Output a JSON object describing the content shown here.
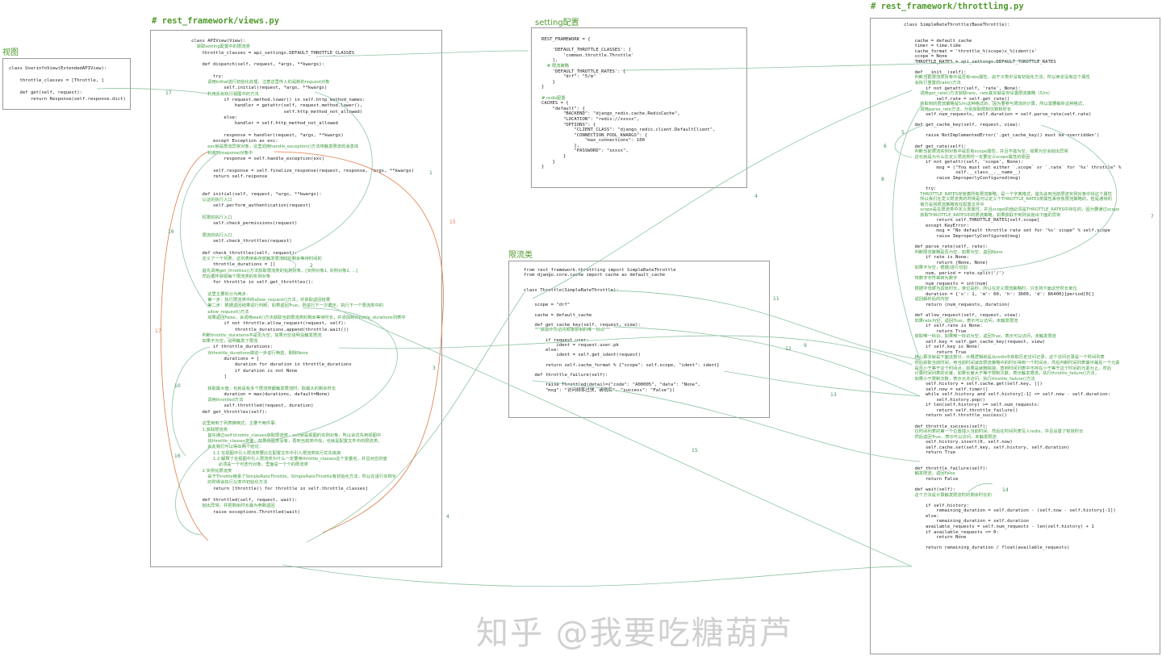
{
  "titles": {
    "view": "视图",
    "views_py": "# rest_framework/views.py",
    "setting": "setting配置",
    "throttle_cls": "限流类",
    "throttling_py": "# rest_framework/throttling.py"
  },
  "watermark": "知乎 @我要吃糖葫芦",
  "colors": {
    "note": "#3f9a3f",
    "arrow_green": "#7fb89a",
    "arrow_orange": "#e07a4a",
    "title": "#4f9a2c"
  },
  "panels": {
    "view": [
      "class UserinfoView(ExtendedAPIView):",
      "",
      "    throttle_classes = [Throttle, ]",
      "",
      "    def get(self, request):",
      "        return Response(self.response.dict)"
    ],
    "views": [
      "class APIView(View):",
      {
        "n": "    获取setting配置中的限流类"
      },
      "    throttle_classes = api_settings.DEFAULT_THROTTLE_CLASSES",
      "",
      "    def dispatch(self, request, *args, **kwargs):",
      "",
      "        try:",
      {
        "n": "            调用initial进行初始化处理，注意这里传入的是新的request对象"
      },
      "            self.initial(request, *args, **kwargs)",
      {
        "n": "            利用反射执行视图中的方法"
      },
      "            if request.method.lower() in self.http_method_names:",
      "                handler = getattr(self, request.method.lower(),",
      "                                  self.http_method_not_allowed)",
      "            else:",
      "                handler = self.http_method_not_allowed",
      "",
      "            response = handler(request, *args, **kwargs)",
      "        except Exception as exc:",
      {
        "n": "            exc就是限流异常对象，这里调用handle_exception()方法将触发限流的消息体"
      },
      {
        "n": "            封装到response对象中"
      },
      "            response = self.handle_exception(exc)",
      "",
      "        self.response = self.finalize_response(request, response, *args, **kwargs)",
      "        return self.response",
      "",
      "",
      "    def initial(self, request, *args, **kwargs):",
      {
        "n": "        认证的执行入口"
      },
      "        self.perform_authentication(request)",
      "",
      {
        "n": "        权限的执行入口"
      },
      "        self.check_permissions(request)",
      "",
      {
        "n": "        限流的执行入口"
      },
      "        self.check_throttles(request)",
      "",
      "    def check_throttles(self, request):",
      {
        "n": "        定义了一个列表，这列表用来存放触发限流时的剩余等待时间的"
      },
      "        throttle_durations = []",
      {
        "n": "        首先调用get_throttles()方法获取限流类的实例对象，[实例对象1, 实例对象2, ...]"
      },
      {
        "n": "        然后循环获取每个限流类的实例对象"
      },
      "        for throttle in self.get_throttles():",
      "",
      {
        "n": "            这里主要拆分为两步："
      },
      {
        "n": "            第一步：执行限流类中的allow_request()方法，并获取返回结果"
      },
      {
        "n": "            第二步：根据返回结果进行判断，如果返回True，则进行下一次循环，执行下一个限流类中的"
      },
      {
        "n": "            allow_request()方法"
      },
      {
        "n": "            如果返回False，会调用wait()方法获取当前限流类的剩余等待时长，并添加到throttle_durations列表中"
      },
      "            if not throttle.allow_request(request, self):",
      "                throttle_durations.append(throttle.wait())",
      {
        "n": "        判断throttle_durations中是否为空，如果为空说明没触发限流"
      },
      {
        "n": "        如果不为空，说明触发了限流"
      },
      "        if throttle_durations:",
      {
        "n": "            对throttle_durations做进一步进行筛选，剔除None"
      },
      "            durations = [",
      "                duration for duration in throttle_durations",
      "                if duration is not None",
      "            ]",
      "",
      {
        "n": "            获取最大值，也就是有多个限流类都触发限流时，取最大的剩余时长"
      },
      "            duration = max(durations, default=None)",
      {
        "n": "            调用throttled方法"
      },
      "            self.throttled(request, duration)",
      "    def get_throttles(self):",
      "",
      {
        "n": "        这里用到了列表推倒式，主要干两件事："
      },
      {
        "n": "        1.获取限流类"
      },
      {
        "n": "            首先通过self.throttle_classes获取限流类，self就是视图的实例对象，所以会优先到视图中"
      },
      {
        "n": "            找throttle_classes变量，如果视图类没有，再到当前类中找，也就是配置文件中的限流类，"
      },
      {
        "n": "            由此我们可以得出两个结论："
      },
      {
        "n": "                1.1 在视图中引入限流类要比在配置文件中引入限流类执行优先级高"
      },
      {
        "n": "                1.2 解释了在视图中引入限流类为什么一定要用throttle_classes这个变量名，并且对应的值"
      },
      {
        "n": "                    必须是一个可迭代对象，里面是一个个的限流类"
      },
      {
        "n": "        2.实例化限流类"
      },
      {
        "n": "            由于Throttle继承了SimpleRateThrottle，SimpleRateThrottle有初始化方法，所以在进行实例化"
      },
      {
        "n": "            的时候会执行父类中初始化方法"
      },
      "        return [throttle() for throttle in self.throttle_classes]",
      "",
      "    def throttled(self, request, wait):",
      {
        "n": "        抛出异常，并把剩余时长最为参数返回"
      },
      "        raise exceptions.Throttled(wait)"
    ],
    "setting": [
      "REST_FRAMEWORK = {",
      "",
      "    'DEFAULT_THROTTLE_CLASSES': [",
      "        'common.throttle.Throttle'",
      "    ],",
      {
        "n": "    # 限流策略"
      },
      "    'DEFAULT_THROTTLE_RATES': {",
      "        \"drf\": \"5/m\"",
      "    }",
      "}",
      "",
      {
        "n": "# redis配置"
      },
      "CACHES = {",
      "    \"default\": {",
      "        \"BACKEND\": \"django_redis.cache.RedisCache\",",
      "        \"LOCATION\": \"redis://xxxxx\",",
      "        \"OPTIONS\": {",
      "            \"CLIENT_CLASS\": \"django_redis.client.DefaultClient\",",
      "            \"CONNECTION_POOL_KWARGS\": {",
      "                \"max_connections\": 100",
      "            },",
      "            \"PASSWORD\": \"xxxxx\",",
      "        }",
      "    }",
      "}"
    ],
    "throttle": [
      "from rest_framework.throttling import SimpleRateThrottle",
      "from django.core.cache import cache as default_cache",
      "",
      "",
      "class Throttle(SimpleRateThrottle):",
      "",
      "",
      "    scope = \"drf\"",
      "",
      "    cache = default_cache",
      "",
      "    def get_cache_key(self, request, view):",
      {
        "n": "        \"\"\"获取作为访问频率限制的唯一标识\"\"\""
      },
      "",
      "        if request.user:",
      "            ident = request.user.pk",
      "        else:",
      "            ident = self.get_ident(request)",
      "",
      "        return self.cache_format % {\"scope\": self.scope, \"ident\": ident}",
      "",
      "    def throttle_failure(self):",
      "",
      "        raise Throttled(detail={\"code\": \"A00005\", \"data\": \"None\",",
      "        \"msg\": \"访问频率过快，请稍后\", \"success\": \"False\"})"
    ],
    "throttling": [
      "class SimpleRateThrottle(BaseThrottle):",
      "",
      "",
      "    cache = default_cache",
      "    timer = time.time",
      "    cache_format = 'throttle_%(scope)s_%(ident)s'",
      "    scope = None",
      "    THROTTLE_RATES = api_settings.DEFAULT_THROTTLE_RATES",
      "",
      "    def __init__(self):",
      {
        "n": "        判断当前限流类对象中是否有rate属性，由于子类中没有初始化方法，所以肯定没有这个属性"
      },
      {
        "n": "        会执行重置的rate()方法"
      },
      "        if not getattr(self, 'rate', None):",
      {
        "n": "            调用get_rate()方法获取rate，rate其实就是你设置限流策略（5/m）"
      },
      "            self.rate = self.get_rate()",
      {
        "n": "            获取到的限流策略是5/m这种格式的，因为要参与限流的计算，所以需要解析这种格式，"
      },
      {
        "n": "            调用parse_rate方法，分别获取限制次数和时长"
      },
      "        self.num_requests, self.duration = self.parse_rate(self.rate)",
      "",
      "    def get_cache_key(self, request, view):",
      "",
      "        raise NotImplementedError('.get_cache_key() must be overridden')",
      "",
      "    def get_rate(self):",
      {
        "n": "        判断当前限流实例对象中是否有scope属性，并且不能为空，如果为空会抛出异常"
      },
      {
        "n": "        这也就是为什么在定义限流类时一定要定义scope属性的原因"
      },
      "        if not getattr(self, 'scope', None):",
      "            msg = (\"You must set either `.scope` or `.rate` for '%s' throttle\" %",
      "                   self.__class__.__name__)",
      "            raise ImproperlyConfigured(msg)",
      "",
      "        try:",
      {
        "n": "            THROTTLE_RATES存放着所有限流策略，是一个字典格式，首先会到当前限流实例对象中找这个属性"
      },
      {
        "n": "            所以我们在定义限流类的时候是可以定义个THROTTLE_RATES类属性来存放限流策略的，但是通常的"
      },
      {
        "n": "            做方是将限流策略放在配置文件中"
      },
      {
        "n": "            scope是在限流类中定义类属性，并且scope的值必须是THROTTLE_RATES中存在的，因为要通过scope"
      },
      {
        "n": "            获取THROTTLE_RATES中的限流策略，如果获取不到则会抛出下面的异常"
      },
      "            return self.THROTTLE_RATES[self.scope]",
      "        except KeyError:",
      "            msg = \"No default throttle rate set for '%s' scope\" % self.scope",
      "            raise ImproperlyConfigured(msg)",
      "",
      "    def parse_rate(self, rate):",
      {
        "n": "        判断限流策略是否为空，如果为空，返回None"
      },
      "        if rate is None:",
      "            return (None, None)",
      {
        "n": "        如果不为空，根据/进行切割"
      },
      "        num, period = rate.split('/')",
      {
        "n": "        将数字字符串转为数字"
      },
      "        num_requests = int(num)",
      {
        "n": "        根据字母转为具体时长，单位是秒，所以在定义限流策略时，只支持下面这些时长单位"
      },
      "        duration = {'s': 1, 'm': 60, 'h': 3600, 'd': 86400}[period[0]]",
      {
        "n": "        返回解析后的内容"
      },
      "        return (num_requests, duration)",
      "",
      "    def allow_request(self, request, view):",
      {
        "n": "        如果rate为空，返回True，表示可以访问，未触发限流"
      },
      "        if self.rate is None:",
      "            return True",
      {
        "n": "        获取唯一标识，如果唯一标识为空，返回True，表示可以访问，未触发限流"
      },
      "        self.key = self.get_cache_key(request, view)",
      "        if self.key is None:",
      "            return True",
      {
        "n": "        核心算法就是下面这部分，大概逻辑就是从redis中获取历史访问记录，这个访问记录是一个时间列表"
      },
      {
        "n": "        然后获取当前时间，用当前时间减去限流策略中的时长得到一个时间点，然后判断时间列表最中最后一个元素"
      },
      {
        "n": "        是否小于等于这个时间点，如果是就删除掉，直到时间列表中不存在小于等于这个时间的元素为止。然后"
      },
      {
        "n": "        计算时间列表的长度，如果长度大于等于限制次数，表示触发限流，执行throttle_failure()方法，"
      },
      {
        "n": "        如果小于限制次数，表示允许访问，执行throttle_failure()方法"
      },
      "        self.history = self.cache.get(self.key, [])",
      "        self.now = self.timer()",
      "        while self.history and self.history[-1] <= self.now - self.duration:",
      "            self.history.pop()",
      "        if len(self.history) >= self.num_requests:",
      "            return self.throttle_failure()",
      "        return self.throttle_success()",
      "",
      "    def throttle_success(self):",
      {
        "n": "        往时间列表的第一个位置插入当前时间，然后在时间列表写入redis，并且设置了有效时长"
      },
      {
        "n": "        然后返回True，表示可以访问，未触发限流"
      },
      "        self.history.insert(0, self.now)",
      "        self.cache.set(self.key, self.history, self.duration)",
      "        return True",
      "",
      "",
      "    def throttle_failure(self):",
      {
        "n": "        触发限流，返回False"
      },
      "        return False",
      "",
      "    def wait(self):",
      {
        "n": "        这个方法是计算触发限流时的剩余时长的"
      },
      "",
      "        if self.history:",
      "            remaining_duration = self.duration - (self.now - self.history[-1])",
      "        else:",
      "            remaining_duration = self.duration",
      "        available_requests = self.num_requests - len(self.history) + 1",
      "        if available_requests <= 0:",
      "            return None",
      "",
      "        return remaining_duration / float(available_requests)"
    ]
  },
  "arrow_labels": [
    "1",
    "2",
    "3",
    "4",
    "5",
    "6",
    "7",
    "8",
    "9",
    "10",
    "11",
    "12",
    "13",
    "14",
    "15",
    "15",
    "16",
    "16",
    "17",
    "17",
    "4"
  ]
}
